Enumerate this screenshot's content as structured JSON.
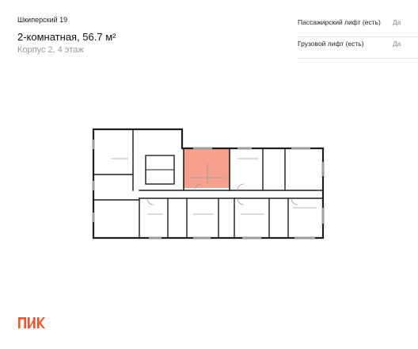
{
  "complex": {
    "name": "Шкиперский 19"
  },
  "apartment": {
    "title": "2-комнатная, 56.7 м²",
    "subtitle": "Корпус 2, 4 этаж"
  },
  "specs": [
    {
      "label": "Пассажирский лифт (есть)",
      "value": "Да"
    },
    {
      "label": "Грузовой лифт (есть)",
      "value": "Да"
    }
  ],
  "plan": {
    "highlight_color": "#f7a08e",
    "wall_color": "#1e1e1e",
    "thin_line_color": "#9c9c9c"
  },
  "logo": {
    "text": "ПИК",
    "color": "#f0522a"
  }
}
